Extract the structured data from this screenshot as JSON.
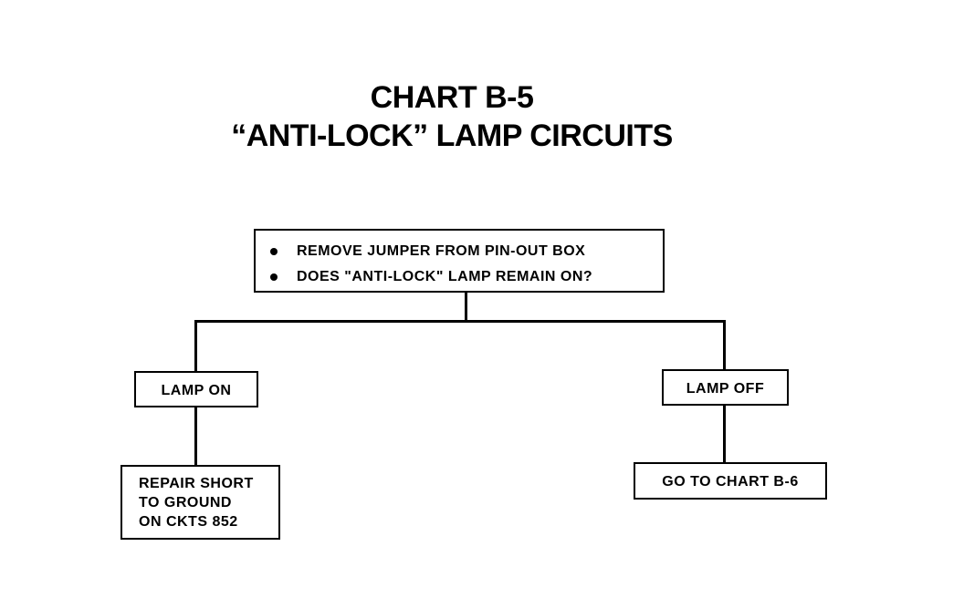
{
  "title": {
    "line1": "CHART B-5",
    "line2": "“ANTI-LOCK” LAMP CIRCUITS"
  },
  "question": {
    "items": [
      "REMOVE JUMPER FROM PIN-OUT BOX",
      "DOES \"ANTI-LOCK\" LAMP REMAIN ON?"
    ]
  },
  "branches": {
    "on": {
      "label": "LAMP ON",
      "action_lines": [
        "REPAIR SHORT",
        "TO GROUND",
        "ON CKTS 852"
      ]
    },
    "off": {
      "label": "LAMP OFF",
      "action": "GO TO CHART B-6"
    }
  }
}
